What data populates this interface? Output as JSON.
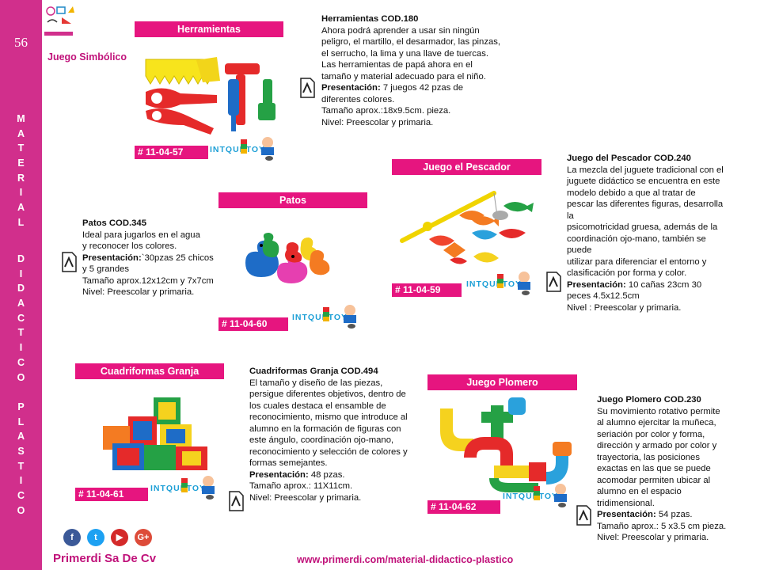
{
  "page_number": "56",
  "sidebar_text": {
    "word1": [
      "M",
      "A",
      "T",
      "E",
      "R",
      "I",
      "A",
      "L"
    ],
    "word2": [
      "D",
      "I",
      "D",
      "A",
      "C",
      "T",
      "I",
      "C",
      "O"
    ],
    "word3": [
      "P",
      "L",
      "A",
      "S",
      "T",
      "I",
      "C",
      "O"
    ]
  },
  "section_title": "Juego Simbólico",
  "brand_name": "INTQUETOY",
  "products": {
    "herramientas": {
      "bar": "Herramientas",
      "code": "# 11-04-57",
      "title": "Herramientas COD.180",
      "desc": "Ahora podrá aprender a usar sin ningún\npeligro, el martillo, el desarmador, las pinzas,\nel serrucho, la lima y una llave de tuercas.\nLas herramientas de papá ahora en el\ntamaño y material adecuado para el niño.",
      "pres_label": "Presentación:",
      "pres": " 7 juegos 42 pzas de\ndiferentes colores.",
      "extra": "Tamaño aprox.:18x9.5cm. pieza.\nNivel: Preescolar y primaria."
    },
    "pescador": {
      "bar": "Juego el Pescador",
      "code": "# 11-04-59",
      "title": "Juego del Pescador COD.240",
      "desc": "La mezcla del juguete tradicional con el\njuguete didáctico se encuentra en este\nmodelo debido a que al tratar de\npescar las diferentes figuras, desarrolla\nla\npsicomotricidad gruesa, además de la\ncoordinación ojo-mano, también se\npuede\nutilizar para diferenciar el entorno y\nclasificación por forma y color.",
      "pres_label": "Presentación:",
      "pres": " 10 cañas 23cm 30\npeces 4.5x12.5cm",
      "extra": "Nivel : Preescolar y primaria."
    },
    "patos": {
      "bar": "Patos",
      "code": "# 11-04-60",
      "title": "Patos COD.345",
      "desc": "Ideal para jugarlos en el agua\ny reconocer los colores.",
      "pres_label": "Presentación:",
      "pres": "`30pzas 25 chicos\ny 5 grandes",
      "extra": "Tamaño aprox.12x12cm y 7x7cm\nNivel: Preescolar y primaria."
    },
    "cuadriformas": {
      "bar": "Cuadriformas Granja",
      "code": "# 11-04-61",
      "title": "Cuadriformas Granja  COD.494",
      "desc": "El tamaño y diseño de las piezas,\npersigue diferentes objetivos, dentro de\nlos cuales destaca el ensamble de\nreconocimiento, mismo que introduce al\nalumno en la formación de figuras con\neste ángulo, coordinación ojo-mano,\nreconocimiento y selección de colores y\nformas semejantes.",
      "pres_label": "Presentación:",
      "pres": " 48 pzas.",
      "extra": "Tamaño aprox.: 11X11cm.\nNivel: Preescolar y primaria."
    },
    "plomero": {
      "bar": "Juego Plomero",
      "code": "# 11-04-62",
      "title": "Juego Plomero COD.230",
      "desc": "Su movimiento rotativo permite\nal alumno ejercitar la muñeca,\nseriación por color y forma,\ndirección y armado por color y\ntrayectoria, las posiciones\nexactas en las que se puede\nacomodar permiten ubicar al\nalumno en el espacio\ntridimensional.",
      "pres_label": "Presentación:",
      "pres": " 54 pzas.",
      "extra": "Tamaño aprox.: 5 x3.5  cm pieza.\nNivel: Preescolar y primaria."
    }
  },
  "social": [
    {
      "name": "facebook-icon",
      "glyph": "f",
      "color": "#3b5998"
    },
    {
      "name": "twitter-icon",
      "glyph": "t",
      "color": "#1da1f2"
    },
    {
      "name": "youtube-icon",
      "glyph": "▶",
      "color": "#d42a2a"
    },
    {
      "name": "googleplus-icon",
      "glyph": "G+",
      "color": "#dd4b39"
    }
  ],
  "company": "Primerdi Sa De Cv",
  "website": "www.primerdi.com/material-didactico-plastico",
  "colors": {
    "sidebar": "#d12f8c",
    "bar": "#e6157f",
    "accent_text": "#c0127a"
  }
}
